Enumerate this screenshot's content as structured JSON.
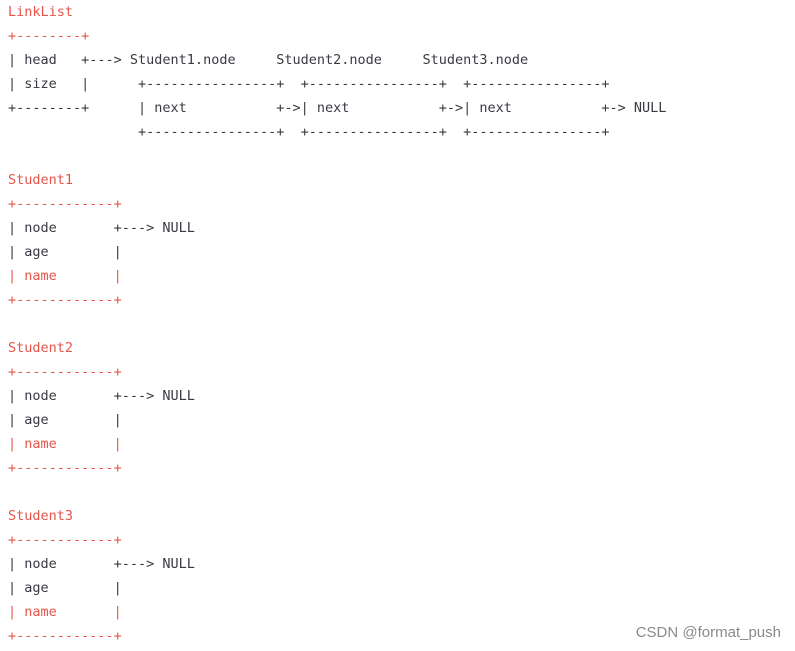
{
  "lines": [
    {
      "segments": [
        {
          "text": "LinkList",
          "color": "red"
        }
      ]
    },
    {
      "segments": [
        {
          "text": "+--------+",
          "color": "red"
        }
      ]
    },
    {
      "segments": [
        {
          "text": "| head   +---> Student1.node     Student2.node     Student3.node",
          "color": "dark"
        }
      ]
    },
    {
      "segments": [
        {
          "text": "| size   |      +----------------+  +----------------+  +----------------+",
          "color": "dark"
        }
      ]
    },
    {
      "segments": [
        {
          "text": "+--------+      | next           +->| next           +->| next           +-> NULL",
          "color": "dark"
        }
      ]
    },
    {
      "segments": [
        {
          "text": "                +----------------+  +----------------+  +----------------+",
          "color": "dark"
        }
      ]
    },
    {
      "segments": [
        {
          "text": "",
          "color": "dark"
        }
      ]
    },
    {
      "segments": [
        {
          "text": "Student1",
          "color": "red"
        }
      ]
    },
    {
      "segments": [
        {
          "text": "+------------+",
          "color": "red"
        }
      ]
    },
    {
      "segments": [
        {
          "text": "| node       +---> NULL",
          "color": "dark"
        }
      ]
    },
    {
      "segments": [
        {
          "text": "| age        |",
          "color": "dark"
        }
      ]
    },
    {
      "segments": [
        {
          "text": "| name       |",
          "color": "red"
        }
      ]
    },
    {
      "segments": [
        {
          "text": "+------------+",
          "color": "red"
        }
      ]
    },
    {
      "segments": [
        {
          "text": "",
          "color": "dark"
        }
      ]
    },
    {
      "segments": [
        {
          "text": "Student2",
          "color": "red"
        }
      ]
    },
    {
      "segments": [
        {
          "text": "+------------+",
          "color": "red"
        }
      ]
    },
    {
      "segments": [
        {
          "text": "| node       +---> NULL",
          "color": "dark"
        }
      ]
    },
    {
      "segments": [
        {
          "text": "| age        |",
          "color": "dark"
        }
      ]
    },
    {
      "segments": [
        {
          "text": "| name       |",
          "color": "red"
        }
      ]
    },
    {
      "segments": [
        {
          "text": "+------------+",
          "color": "red"
        }
      ]
    },
    {
      "segments": [
        {
          "text": "",
          "color": "dark"
        }
      ]
    },
    {
      "segments": [
        {
          "text": "Student3",
          "color": "red"
        }
      ]
    },
    {
      "segments": [
        {
          "text": "+------------+",
          "color": "red"
        }
      ]
    },
    {
      "segments": [
        {
          "text": "| node       +---> NULL",
          "color": "dark"
        }
      ]
    },
    {
      "segments": [
        {
          "text": "| age        |",
          "color": "dark"
        }
      ]
    },
    {
      "segments": [
        {
          "text": "| name       |",
          "color": "red"
        }
      ]
    },
    {
      "segments": [
        {
          "text": "+------------+",
          "color": "red"
        }
      ]
    }
  ],
  "watermark": "CSDN @format_push",
  "colors": {
    "red": "#e45649",
    "dark": "#383a42"
  }
}
